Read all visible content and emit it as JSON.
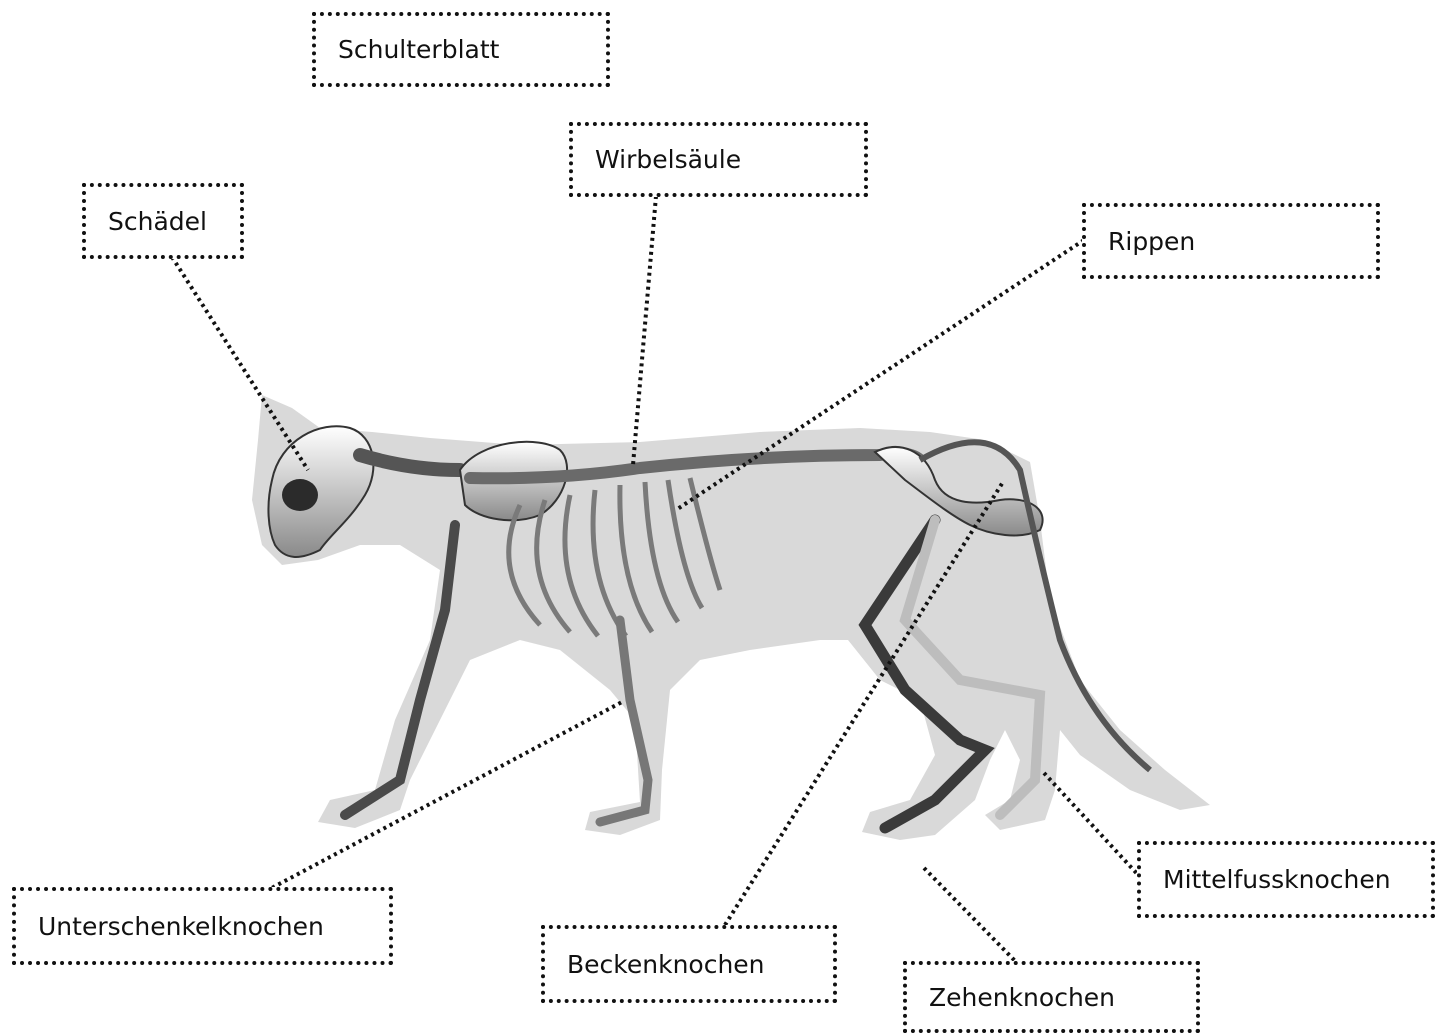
{
  "labels": {
    "schulterblatt": "Schulterblatt",
    "wirbelsaeule": "Wirbelsäule",
    "schaedel": "Schädel",
    "rippen": "Rippen",
    "unterschenkelknochen": "Unterschenkelknochen",
    "beckenknochen": "Beckenknochen",
    "zehenknochen": "Zehenknochen",
    "mittelfussknochen": "Mittelfussknochen"
  },
  "colors": {
    "silhouette": "#d9d9d9",
    "bone": "#f2f2f2",
    "bone_shadow": "#4a4a4a",
    "leader": "#111111"
  }
}
